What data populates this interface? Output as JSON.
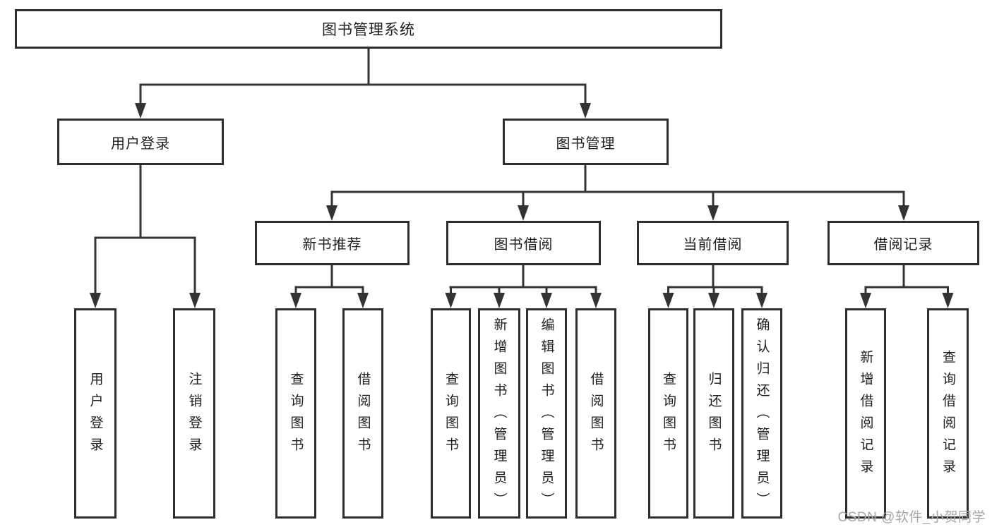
{
  "colors": {
    "line": "#333333",
    "box_border": "#2e2e2e",
    "box_fill": "#ffffff",
    "text": "#1d1d1d",
    "watermark": "#a7a7ab"
  },
  "tree": {
    "root": "图书管理系统",
    "children": [
      {
        "label": "用户登录",
        "children": [
          "用户登录",
          "注销登录"
        ]
      },
      {
        "label": "图书管理",
        "children": [
          {
            "label": "新书推荐",
            "children": [
              "查询图书",
              "借阅图书"
            ]
          },
          {
            "label": "图书借阅",
            "children": [
              "查询图书",
              "新增图书（管理员）",
              "编辑图书（管理员）",
              "借阅图书"
            ]
          },
          {
            "label": "当前借阅",
            "children": [
              "查询图书",
              "归还图书",
              "确认归还（管理员）"
            ]
          },
          {
            "label": "借阅记录",
            "children": [
              "新增借阅记录",
              "查询借阅记录"
            ]
          }
        ]
      }
    ]
  },
  "watermark": {
    "text": "CSDN @软件_小贺同学"
  }
}
